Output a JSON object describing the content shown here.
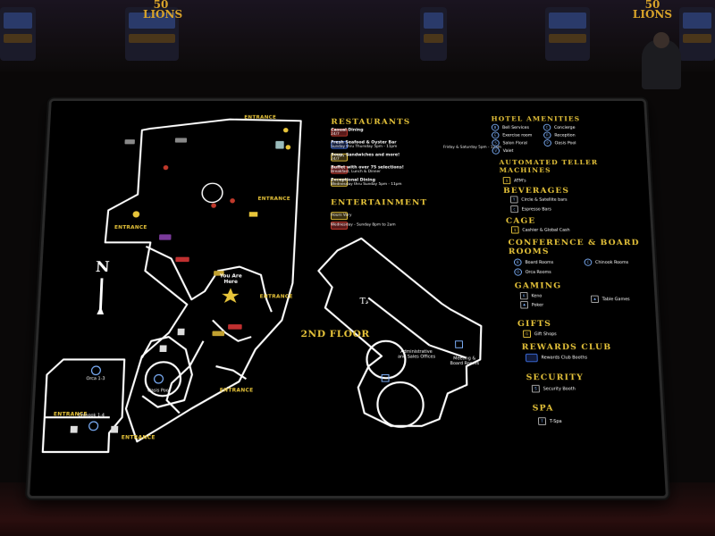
{
  "background": {
    "slot_sign": "50 LIONS"
  },
  "map": {
    "north_label": "N",
    "entrance_label": "ENTRANCE",
    "you_are_here": "You Are Here",
    "second_floor": "2ND FLOOR",
    "room_labels": {
      "orca": "Orca 1-3",
      "chinook": "Chinook 1-4",
      "oasis_pool": "Oasis Pool",
      "admin": "Administrative and Sales Offices",
      "meeting": "Meeting & Board Rooms"
    }
  },
  "legend": {
    "restaurants": {
      "title": "RESTAURANTS",
      "items": [
        {
          "name": "Casual Dining",
          "hours": "24/7"
        },
        {
          "name": "Fresh Seafood & Oyster Bar",
          "hours": "Sunday thru Thursday 5pm - 11pm",
          "hours2": "Friday & Saturday 5pm - 12am"
        },
        {
          "name": "Soup, Sandwiches and more!",
          "hours": "24/7"
        },
        {
          "name": "Buffet with over 75 selections!",
          "hours": "Breakfast, Lunch & Dinner"
        },
        {
          "name": "Exceptional Dining",
          "hours": "Wednesday thru Sunday 5pm - 11pm"
        }
      ]
    },
    "entertainment": {
      "title": "ENTERTAINMENT",
      "items": [
        {
          "name": "Hours Vary"
        },
        {
          "name": "Wednesday - Sunday 8pm to 2am"
        }
      ]
    },
    "hotel": {
      "title": "HOTEL AMENITIES",
      "items": [
        {
          "name": "Bell Services"
        },
        {
          "name": "Concierge"
        },
        {
          "name": "Exercise room"
        },
        {
          "name": "Reception"
        },
        {
          "name": "Salon Floral"
        },
        {
          "name": "Oasis Pool"
        },
        {
          "name": "Valet"
        }
      ]
    },
    "atm": {
      "title": "AUTOMATED TELLER MACHINES",
      "items": [
        {
          "name": "ATM's"
        }
      ]
    },
    "beverages": {
      "title": "BEVERAGES",
      "items": [
        {
          "name": "Circle & Satellite bars"
        },
        {
          "name": "Espresso Bars"
        }
      ]
    },
    "cage": {
      "title": "CAGE",
      "items": [
        {
          "name": "Cashier & Global Cash"
        }
      ]
    },
    "conference": {
      "title": "CONFERENCE & BOARD ROOMS",
      "items": [
        {
          "name": "Board Rooms"
        },
        {
          "name": "Chinook Rooms"
        },
        {
          "name": "Orca Rooms"
        }
      ]
    },
    "gaming": {
      "title": "GAMING",
      "items": [
        {
          "name": "Keno"
        },
        {
          "name": "Table Games"
        },
        {
          "name": "Poker"
        }
      ]
    },
    "gifts": {
      "title": "GIFTS",
      "items": [
        {
          "name": "Gift Shops"
        }
      ]
    },
    "rewards": {
      "title": "REWARDS CLUB",
      "items": [
        {
          "name": "Rewards Club Booths"
        }
      ]
    },
    "security": {
      "title": "SECURITY",
      "items": [
        {
          "name": "Security Booth"
        }
      ]
    },
    "spa": {
      "title": "SPA",
      "items": [
        {
          "name": "T-Spa"
        }
      ]
    }
  },
  "colors": {
    "accent": "#e8c53a",
    "line": "#ffffff",
    "icon_blue": "#7fb3ff"
  }
}
